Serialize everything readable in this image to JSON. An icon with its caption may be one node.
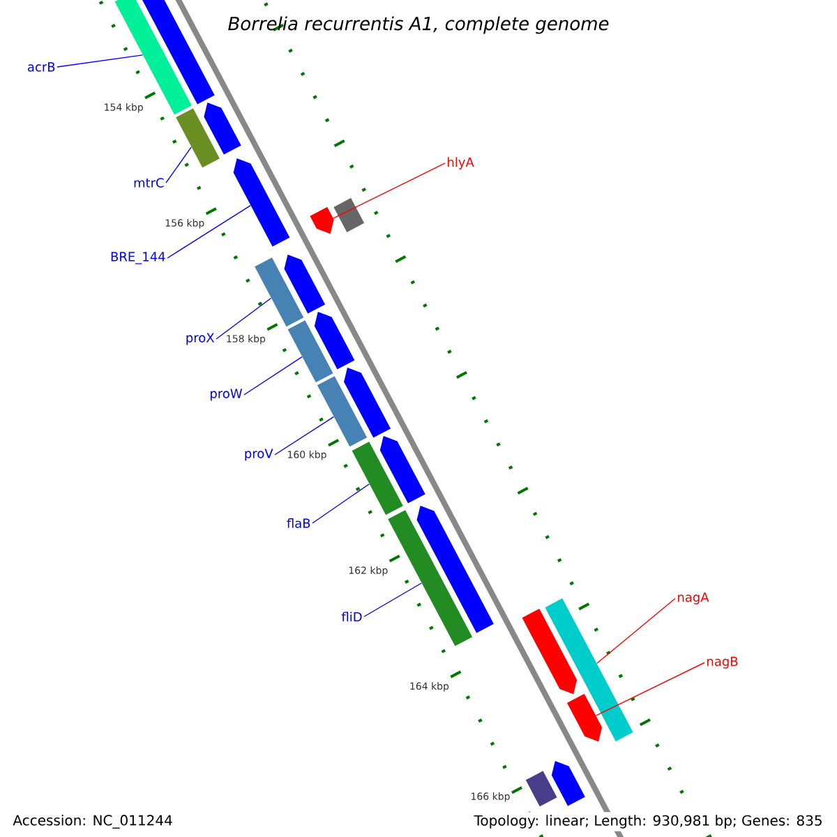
{
  "diagram": {
    "title": "Borrelia recurrentis A1, complete genome",
    "nodes": [
      {
        "text": [
          "acrB"
        ]
      },
      {
        "text": [
          "hlyA"
        ]
      },
      {
        "text": [
          "mtrC"
        ]
      },
      {
        "text": [
          "BRE_144"
        ]
      },
      {
        "text": [
          "proX"
        ]
      },
      {
        "text": [
          "proW"
        ]
      },
      {
        "text": [
          "proV"
        ]
      },
      {
        "text": [
          "flaB"
        ]
      },
      {
        "text": [
          "fliD"
        ]
      },
      {
        "text": [
          "nagA"
        ]
      },
      {
        "text": [
          "nagB"
        ]
      },
      {
        "text": [],
        "shape": "bar"
      },
      {
        "text": [],
        "shape": "bar"
      },
      {
        "text": [],
        "shape": "bar"
      },
      {
        "text": [],
        "shape": "bar"
      },
      {
        "text": [],
        "shape": "bar"
      },
      {
        "text": [],
        "shape": "bar"
      },
      {
        "text": [],
        "shape": "bar"
      },
      {
        "text": [],
        "shape": "bar"
      },
      {
        "text": [],
        "shape": "bar"
      },
      {
        "text": [],
        "shape": "bar"
      },
      {
        "text": [],
        "shape": "bar"
      },
      {
        "text": [],
        "shape": "bar"
      },
      {
        "text": [],
        "shape": "bar"
      },
      {
        "text": [],
        "shape": "bar"
      },
      {
        "text": [],
        "shape": "bar"
      },
      {
        "text": [],
        "shape": "bar"
      },
      {
        "text": [],
        "shape": "bar"
      },
      {
        "text": [],
        "shape": "bar"
      },
      {
        "text": [],
        "shape": "bar"
      },
      {
        "text": [],
        "shape": "bar"
      },
      {
        "text": [],
        "shape": "bar"
      },
      {
        "text": [],
        "shape": "bar"
      }
    ],
    "edges": [
      {
        "from": 0,
        "to": 11,
        "arrow": "none"
      },
      {
        "from": 1,
        "to": 12,
        "arrow": "none",
        "color": "#ff0000"
      },
      {
        "from": 2,
        "to": 13,
        "arrow": "none"
      },
      {
        "from": 3,
        "to": 14,
        "arrow": "none"
      },
      {
        "from": 4,
        "to": 15,
        "arrow": "none"
      },
      {
        "from": 5,
        "to": 16,
        "arrow": "none"
      },
      {
        "from": 6,
        "to": 17,
        "arrow": "none"
      },
      {
        "from": 7,
        "to": 18,
        "arrow": "none"
      },
      {
        "from": 8,
        "to": 19,
        "arrow": "none"
      },
      {
        "from": 9,
        "to": 20,
        "arrow": "none",
        "color": "#ff0000"
      },
      {
        "from": 10,
        "to": 21,
        "arrow": "none",
        "color": "#ff0000"
      }
    ],
    "labels": [
      "154 kbp",
      "156 kbp",
      "158 kbp",
      "160 kbp",
      "162 kbp",
      "164 kbp",
      "166 kbp",
      "Accession: NC_011244",
      "Topology: linear; Length: 930,981 bp; Genes: 835"
    ]
  }
}
